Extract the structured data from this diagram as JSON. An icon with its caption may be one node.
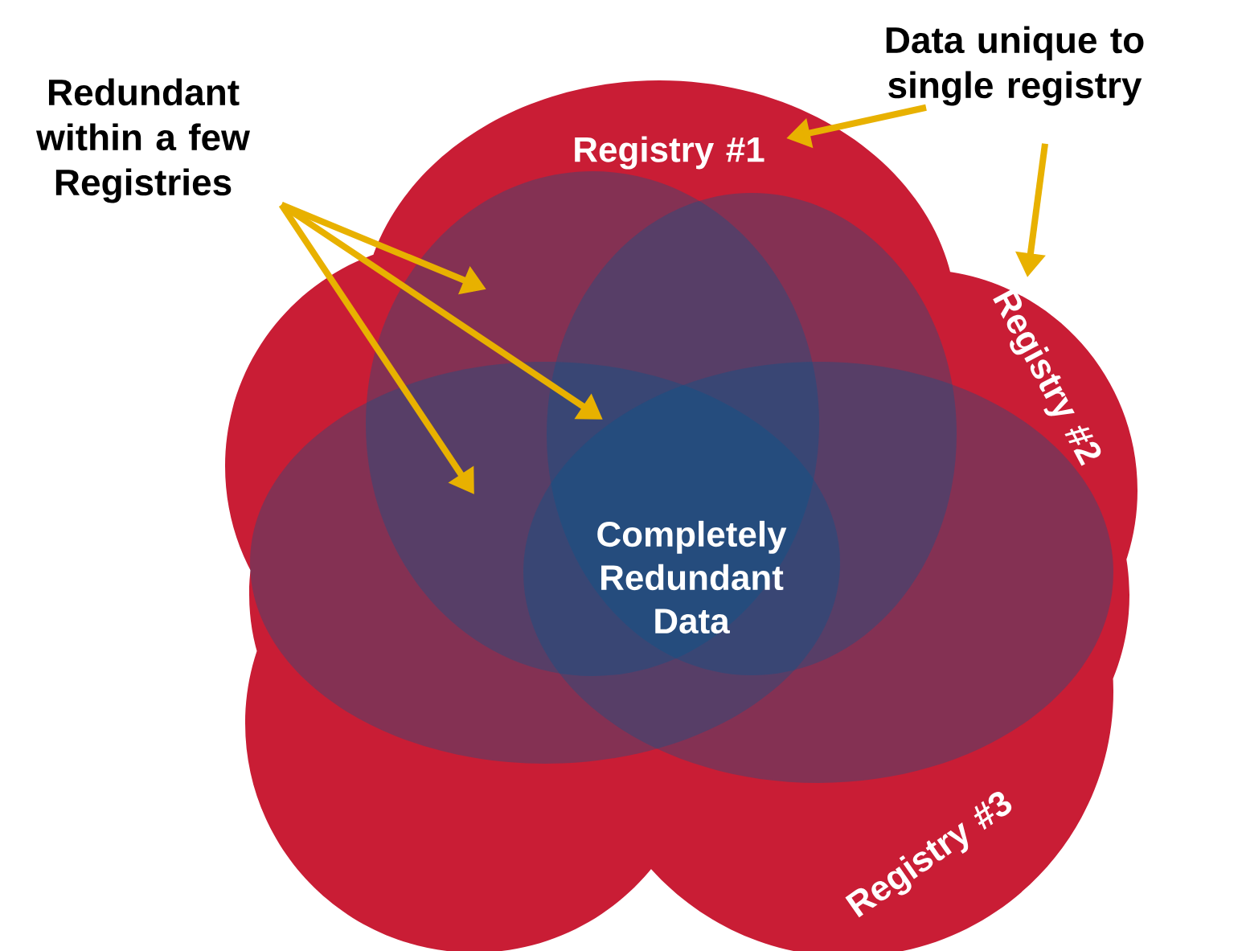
{
  "diagram": {
    "nodes": [
      {
        "text": [
          "Redundant within a few Registries"
        ]
      },
      {
        "text": [
          "Data unique to single registry"
        ]
      }
    ],
    "edges": [
      {
        "from": 0,
        "to": null,
        "arrow": "to",
        "color": "#e8b100"
      },
      {
        "from": 0,
        "to": null,
        "arrow": "to",
        "color": "#e8b100"
      },
      {
        "from": 0,
        "to": null,
        "arrow": "to",
        "color": "#e8b100"
      },
      {
        "from": 1,
        "to": null,
        "arrow": "to",
        "color": "#e8b100"
      },
      {
        "from": 1,
        "to": null,
        "arrow": "to",
        "color": "#e8b100"
      }
    ],
    "labels": [
      "Registry #1",
      "Registry #2",
      "Completely Redundant Data",
      "Registry #3"
    ]
  }
}
